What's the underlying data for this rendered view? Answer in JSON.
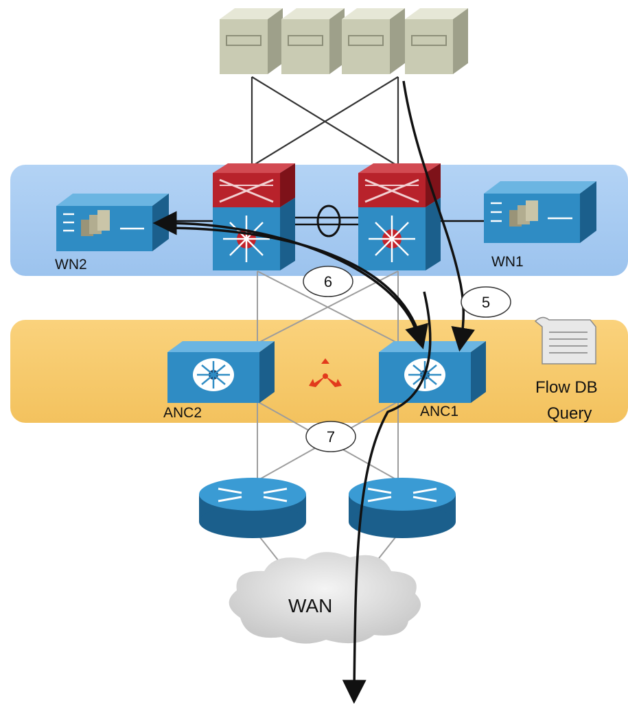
{
  "labels": {
    "wn2": "WN2",
    "wn1": "WN1",
    "anc2": "ANC2",
    "anc1": "ANC1",
    "wan": "WAN",
    "flow_db_line1": "Flow DB",
    "flow_db_line2": "Query"
  },
  "steps": {
    "step5": "5",
    "step6": "6",
    "step7": "7"
  },
  "icons": [
    "server-icon",
    "firewall-icon",
    "switch-icon",
    "waas-node-icon",
    "router-icon",
    "cloud-icon",
    "document-icon",
    "cluster-icon"
  ],
  "colors": {
    "waas_band": "#a9ccf3",
    "anc_band": "#f7c96a",
    "device_blue": "#2f8cc4",
    "firewall_red": "#b8222b",
    "server_beige": "#c9cbb3"
  }
}
